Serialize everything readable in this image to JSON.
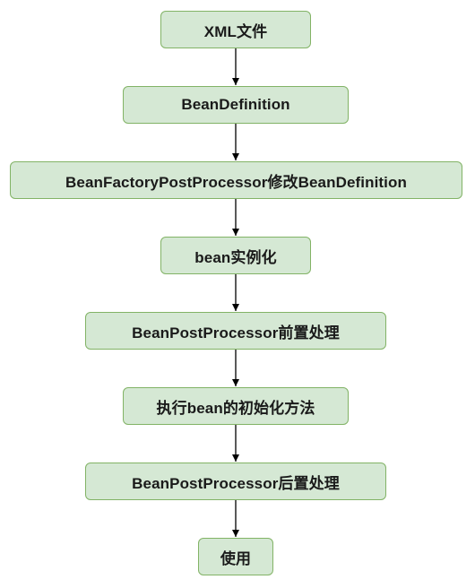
{
  "flowchart": {
    "nodes": [
      {
        "id": "n0",
        "label": "XML文件"
      },
      {
        "id": "n1",
        "label": "BeanDefinition"
      },
      {
        "id": "n2",
        "label": "BeanFactoryPostProcessor修改BeanDefinition"
      },
      {
        "id": "n3",
        "label": "bean实例化"
      },
      {
        "id": "n4",
        "label": "BeanPostProcessor前置处理"
      },
      {
        "id": "n5",
        "label": "执行bean的初始化方法"
      },
      {
        "id": "n6",
        "label": "BeanPostProcessor后置处理"
      },
      {
        "id": "n7",
        "label": "使用"
      }
    ],
    "edges": [
      {
        "from": "n0",
        "to": "n1"
      },
      {
        "from": "n1",
        "to": "n2"
      },
      {
        "from": "n2",
        "to": "n3"
      },
      {
        "from": "n3",
        "to": "n4"
      },
      {
        "from": "n4",
        "to": "n5"
      },
      {
        "from": "n5",
        "to": "n6"
      },
      {
        "from": "n6",
        "to": "n7"
      }
    ],
    "colors": {
      "node_fill": "#d5e8d4",
      "node_border": "#82b366",
      "arrow": "#000000",
      "text": "#1a1a1a"
    }
  }
}
